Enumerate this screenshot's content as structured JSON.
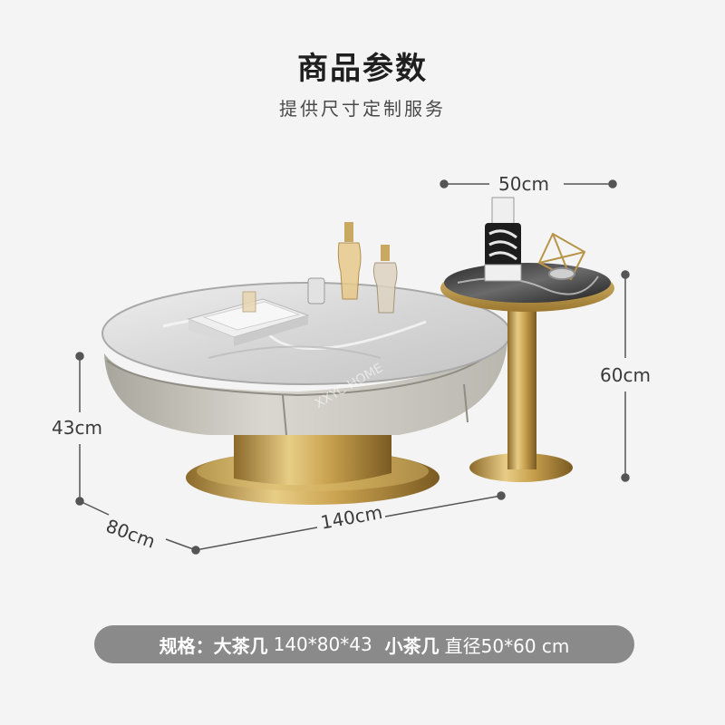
{
  "header": {
    "title": "商品参数",
    "subtitle": "提供尺寸定制服务"
  },
  "dimensions": {
    "side_table_diameter": "50cm",
    "side_table_height": "60cm",
    "coffee_table_height": "43cm",
    "coffee_table_depth": "80cm",
    "coffee_table_length": "140cm"
  },
  "watermark": "XXYC HOME",
  "spec": {
    "label": "规格：",
    "large_name": "大茶几",
    "large_value": "140*80*43",
    "small_name": "小茶几",
    "small_value": "直径50*60 cm"
  }
}
